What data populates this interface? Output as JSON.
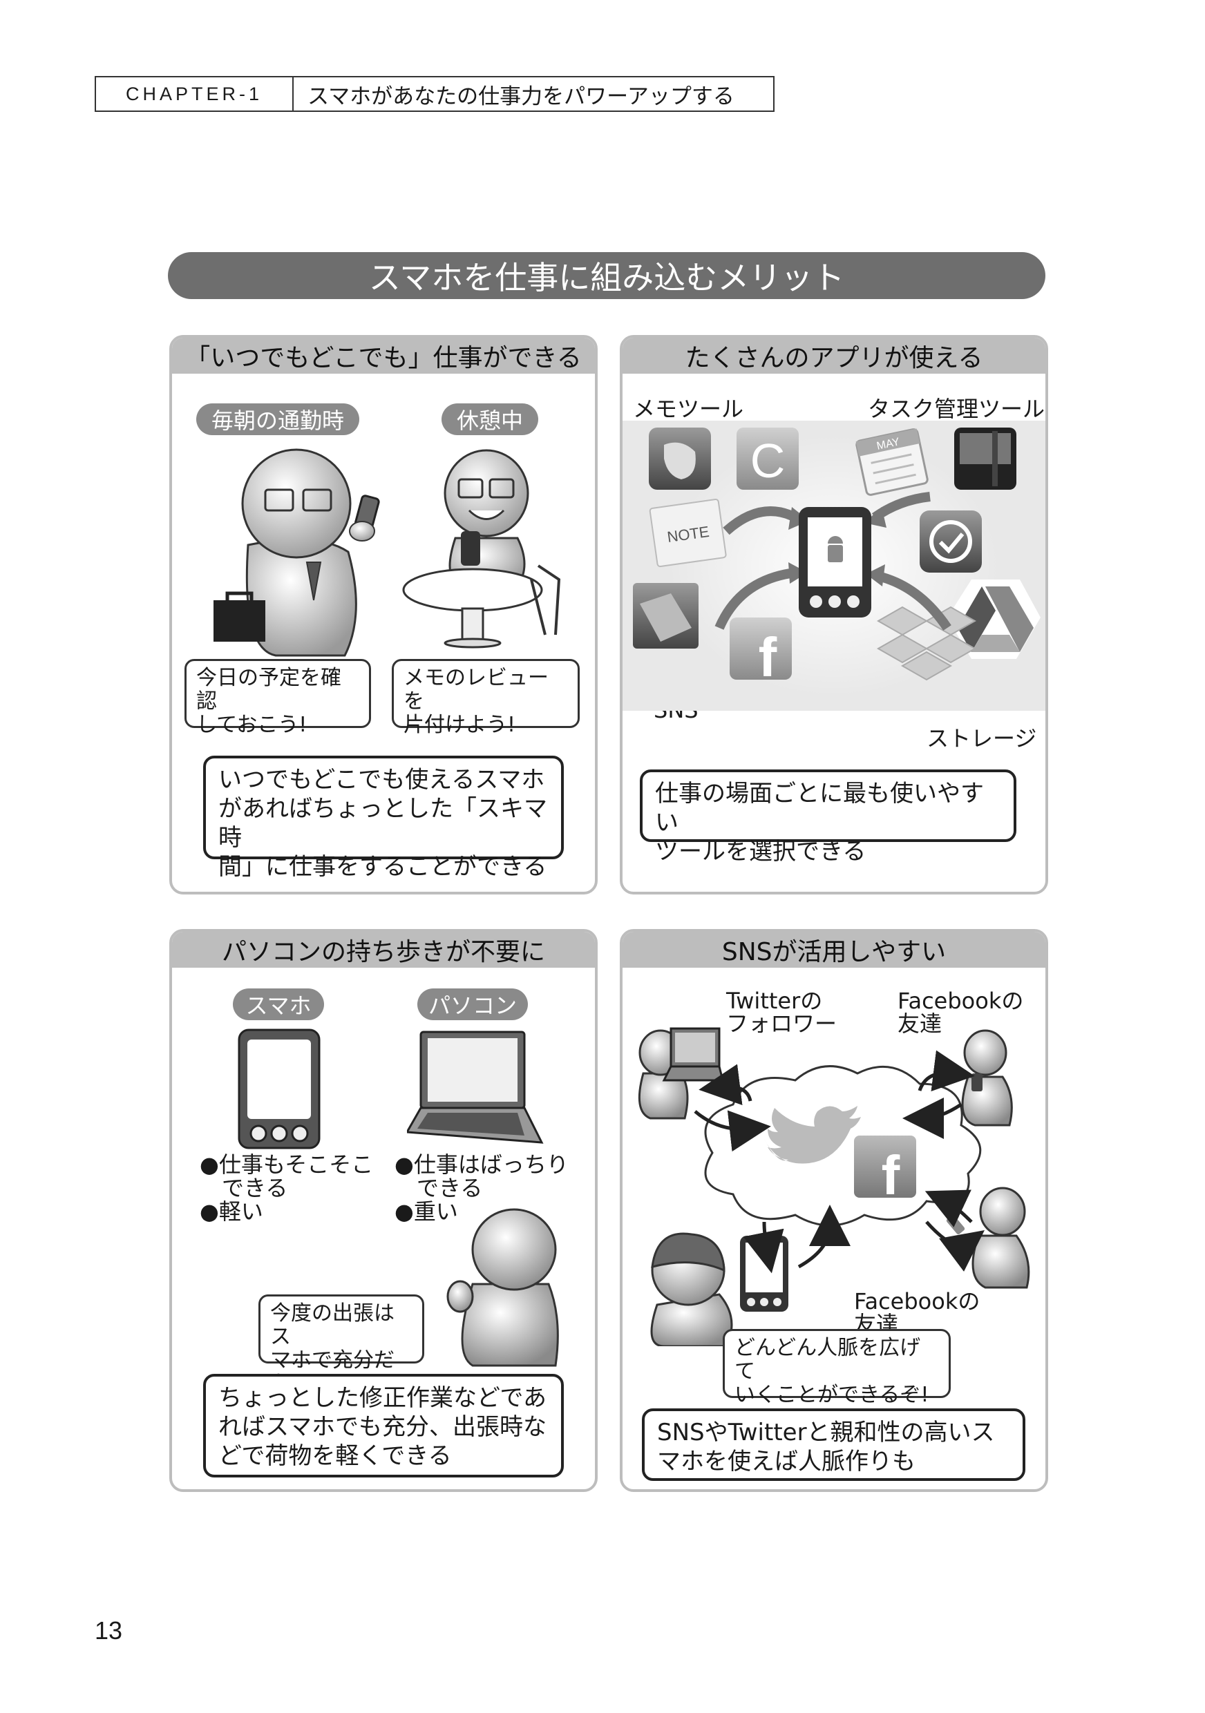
{
  "header": {
    "chapter": "CHAPTER-1",
    "title": "スマホがあなたの仕事力をパワーアップする"
  },
  "banner": "スマホを仕事に組み込むメリット",
  "panel1": {
    "title": "「いつでもどこでも」仕事ができる",
    "pill_left": "毎朝の通勤時",
    "pill_right": "休憩中",
    "bubble_left": [
      "今日の予定を確認",
      "しておこう!"
    ],
    "bubble_right": [
      "メモのレビューを",
      "片付けよう!"
    ],
    "summary": [
      "いつでもどこでも使えるスマホ",
      "があればちょっとした「スキマ時",
      "間」に仕事をすることができる"
    ]
  },
  "panel2": {
    "title": "たくさんのアプリが使える",
    "label_memo": "メモツール",
    "label_task": "タスク管理ツール",
    "label_sns": "SNS",
    "label_storage": "ストレージ",
    "icon_note": "NOTE",
    "icon_calendar": "MAY",
    "icon_c": "C",
    "icon_f": "f",
    "summary": [
      "仕事の場面ごとに最も使いやすい",
      "ツールを選択できる"
    ]
  },
  "panel3": {
    "title": "パソコンの持ち歩きが不要に",
    "pill_left": "スマホ",
    "pill_right": "パソコン",
    "bullets_left": [
      "●仕事もそこそこ",
      "　できる",
      "●軽い"
    ],
    "bullets_right": [
      "●仕事はばっちり",
      "　できる",
      "●重い"
    ],
    "bubble": [
      "今度の出張はス",
      "マホで充分だな!"
    ],
    "summary": [
      "ちょっとした修正作業などであ",
      "ればスマホでも充分、出張時な",
      "どで荷物を軽くできる"
    ]
  },
  "panel4": {
    "title": "SNSが活用しやすい",
    "label_twitter": [
      "Twitterの",
      "フォロワー"
    ],
    "label_facebook_top": [
      "Facebookの",
      "友達"
    ],
    "label_facebook_bottom": [
      "Facebookの",
      "友達"
    ],
    "icon_f": "f",
    "bubble": [
      "どんどん人脈を広げて",
      "いくことができるぞ!"
    ],
    "summary": [
      "SNSやTwitterと親和性の高いス",
      "マホを使えば人脈作りも"
    ]
  },
  "page_number": "13"
}
